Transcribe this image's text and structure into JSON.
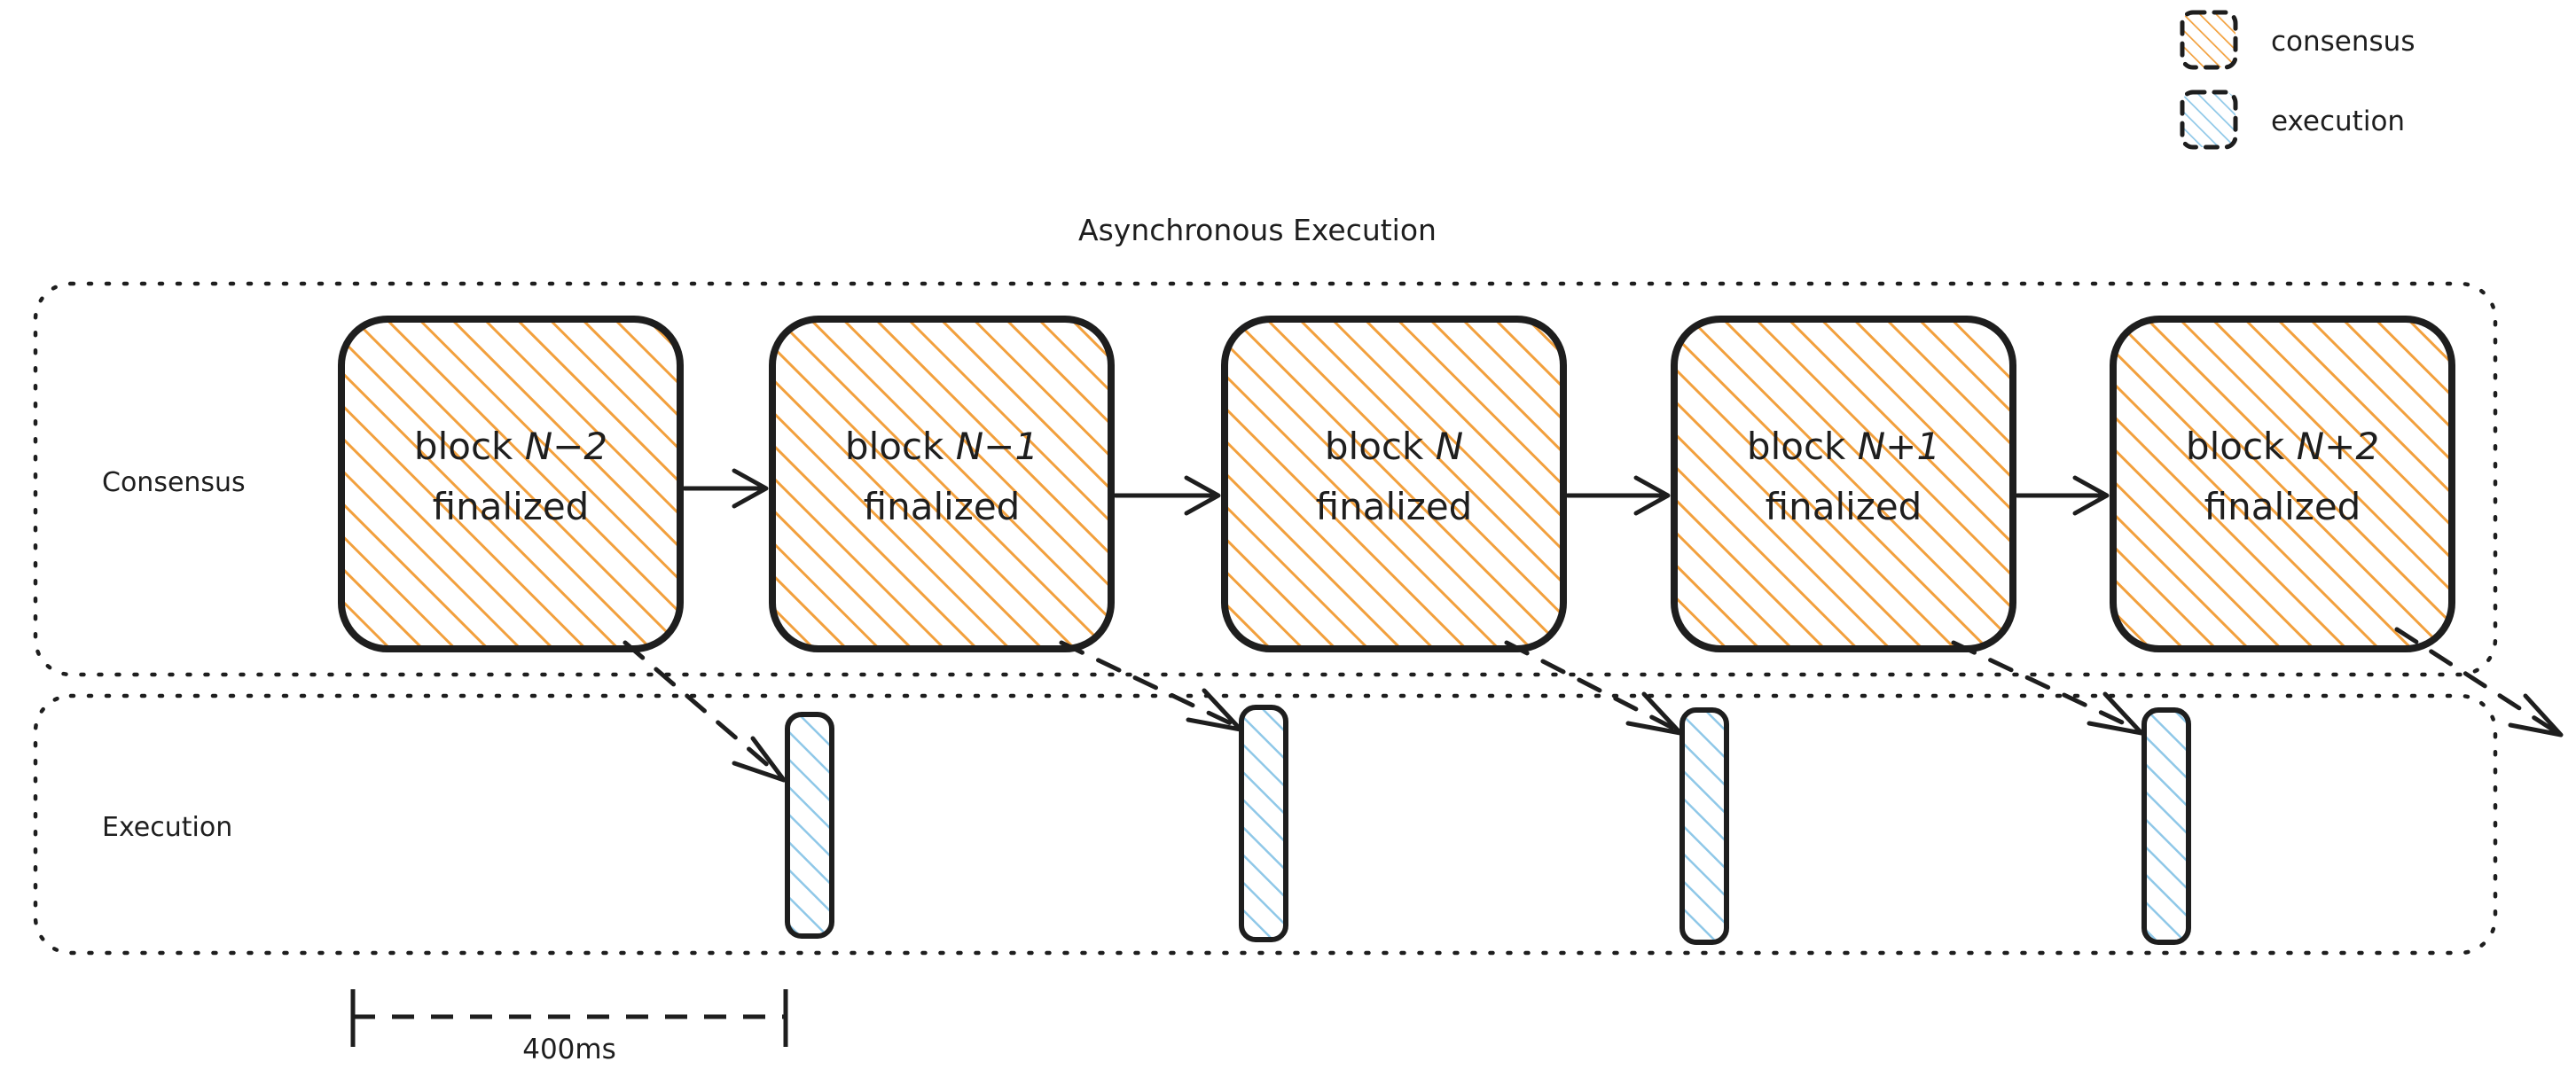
{
  "diagram": {
    "title": "Asynchronous Execution",
    "legend": [
      {
        "key": "consensus",
        "label": "consensus",
        "color": "#f2a03d",
        "pattern": "diagonal-hatch"
      },
      {
        "key": "execution",
        "label": "execution",
        "color": "#8fc8e8",
        "pattern": "diagonal-hatch"
      }
    ],
    "lanes": [
      {
        "id": "consensus",
        "label": "Consensus"
      },
      {
        "id": "execution",
        "label": "Execution"
      }
    ],
    "consensus_blocks": [
      {
        "id": "n-2",
        "prefix": "block",
        "index": "N−2",
        "status": "finalized"
      },
      {
        "id": "n-1",
        "prefix": "block",
        "index": "N−1",
        "status": "finalized"
      },
      {
        "id": "n",
        "prefix": "block",
        "index": "N",
        "status": "finalized"
      },
      {
        "id": "n+1",
        "prefix": "block",
        "index": "N+1",
        "status": "finalized"
      },
      {
        "id": "n+2",
        "prefix": "block",
        "index": "N+2",
        "status": "finalized"
      }
    ],
    "execution_bars": [
      {
        "id": "exec-1",
        "source_block": "n-2"
      },
      {
        "id": "exec-2",
        "source_block": "n-1"
      },
      {
        "id": "exec-3",
        "source_block": "n"
      },
      {
        "id": "exec-4",
        "source_block": "n+1"
      },
      {
        "id": "exec-5",
        "source_block": "n+2"
      }
    ],
    "measurement": {
      "label": "400ms",
      "value": 400,
      "unit": "ms",
      "style": "dashed-with-end-ticks"
    },
    "colors": {
      "consensus_fill": "#f2a03d",
      "execution_fill": "#8fc8e8",
      "stroke": "#1e1e1e",
      "background": "#ffffff"
    }
  }
}
